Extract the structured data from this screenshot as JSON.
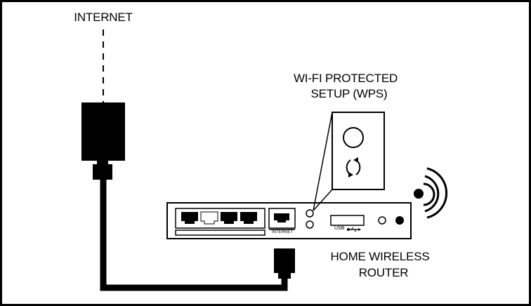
{
  "labels": {
    "internet_source": "INTERNET",
    "wps_line1": "WI-FI PROTECTED",
    "wps_line2": "SETUP (WPS)",
    "router_line1": "HOME WIRELESS",
    "router_line2": "ROUTER",
    "port_internet": "INTERNET",
    "port_usb": "USB"
  },
  "icons": {
    "wps": "wps-icon",
    "usb": "usb-symbol-icon",
    "wifi": "wifi-signal-icon",
    "ethernet": "ethernet-port-icon"
  },
  "colors": {
    "line": "#000000",
    "background": "#ffffff",
    "lan_port_highlight": "#ffffff"
  },
  "router": {
    "lan_port_count": 4,
    "highlighted_lan_port": 2
  }
}
